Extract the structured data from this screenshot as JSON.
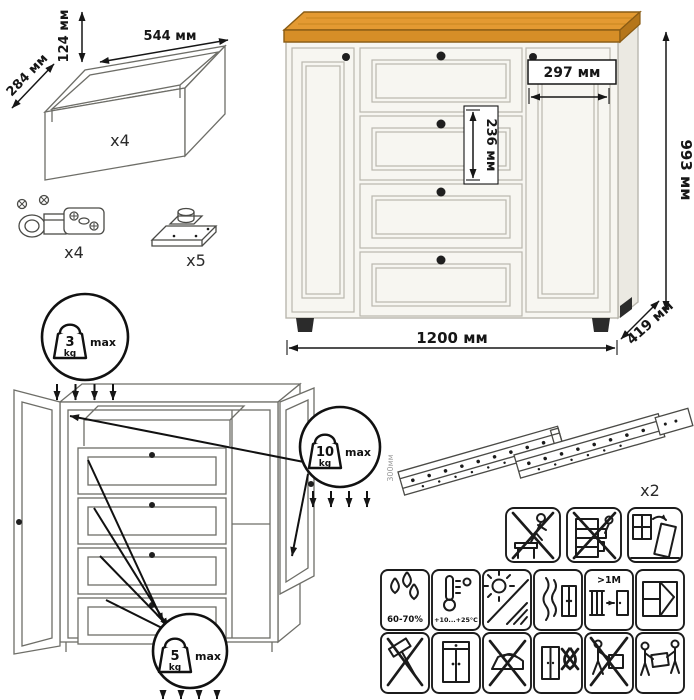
{
  "parts": {
    "drawer_box": {
      "count": "x4",
      "height": "124 мм",
      "width": "544 мм",
      "depth": "284 мм"
    },
    "hinge": {
      "count": "x4"
    },
    "foot": {
      "count": "x5"
    },
    "slides": {
      "count": "x2",
      "length": "300мм"
    }
  },
  "cabinet": {
    "height": "993 мм",
    "width": "1200 мм",
    "depth": "419 мм",
    "door_width": "297 мм",
    "drawer_front_height": "236 мм"
  },
  "load_limits": {
    "top": {
      "value": "3",
      "unit": "kg",
      "max_label": "max"
    },
    "doors": {
      "value": "10",
      "unit": "kg",
      "max_label": "max"
    },
    "drawer": {
      "value": "5",
      "unit": "kg",
      "max_label": "max"
    }
  },
  "care": {
    "humidity": "60-70%",
    "temperature": "+10...+25°С",
    "heat_distance": ">1M"
  }
}
